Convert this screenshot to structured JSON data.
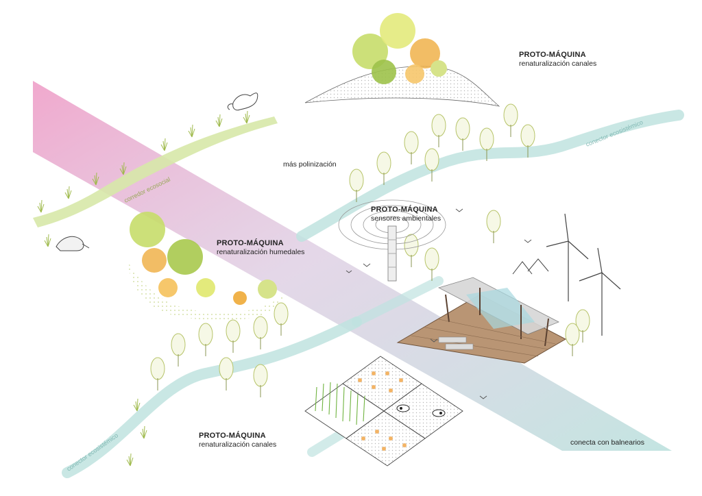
{
  "colors": {
    "accent_pink": "#e9a6c9",
    "accent_teal": "#a8d8d4",
    "green_corridor": "#cfe3a0",
    "foliage_light": "#d8e88a",
    "foliage_mid": "#a8c94e",
    "foliage_orange": "#f0b24a",
    "wood": "#a98463",
    "water": "#b9e0dc"
  },
  "labels": {
    "canales_top": {
      "title": "PROTO-MÁQUINA",
      "sub": "renaturalización canales"
    },
    "humedales": {
      "title": "PROTO-MÁQUINA",
      "sub": "renaturalización humedales"
    },
    "sensores": {
      "title": "PROTO-MÁQUINA",
      "sub": "sensores ambientales"
    },
    "canales_bottom": {
      "title": "PROTO-MÁQUINA",
      "sub": "renaturalización canales"
    },
    "polinizacion": "más polinización",
    "balnearios": "conecta con balnearios"
  },
  "path_labels": {
    "corredor": "corredor ecosocial",
    "conector_top": "conector ecosistémico",
    "conector_bottom": "conector ecosistémico"
  },
  "icons": [
    "axolotl-icon",
    "armadillo-icon",
    "bird-icon",
    "cow-icon",
    "wind-turbine-icon",
    "tent-icon",
    "sensor-tower-icon"
  ]
}
